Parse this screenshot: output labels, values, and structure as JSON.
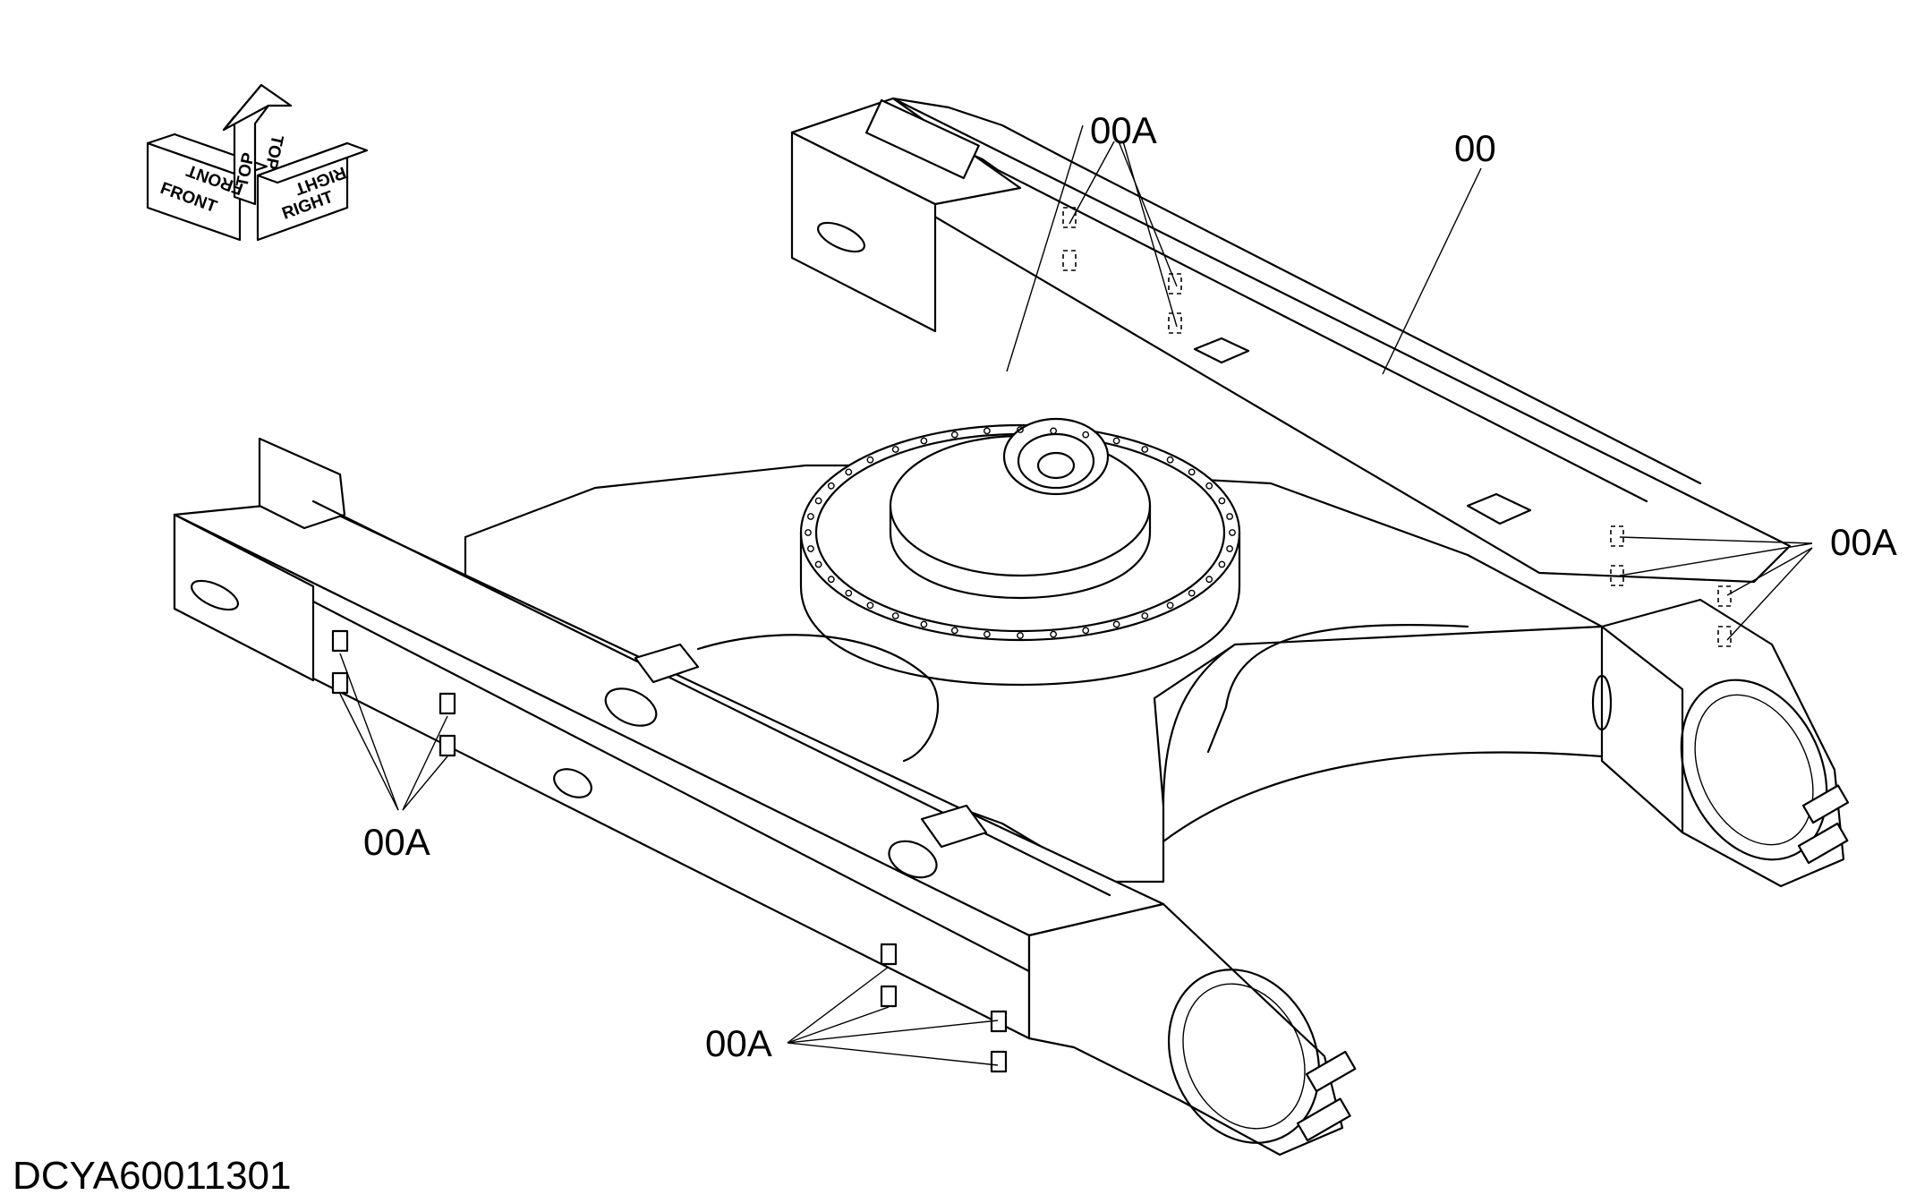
{
  "orientation": {
    "front": "FRONT",
    "top": "TOP",
    "right": "RIGHT"
  },
  "callouts": {
    "main_part": "00",
    "sub_part_top": "00A",
    "sub_part_right": "00A",
    "sub_part_left": "00A",
    "sub_part_bottom": "00A"
  },
  "drawing_code": "DCYA60011301"
}
